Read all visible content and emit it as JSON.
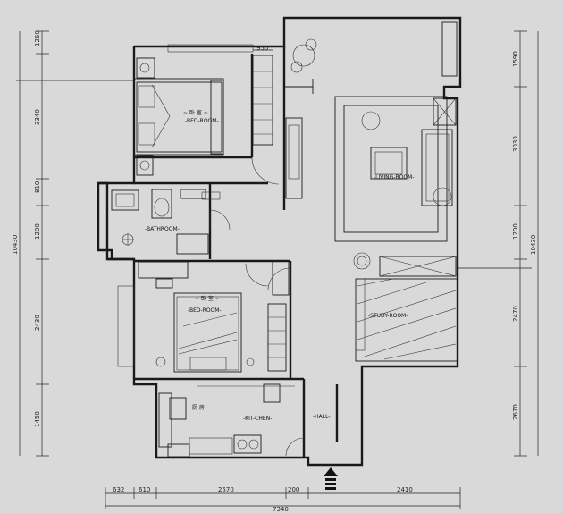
{
  "plan": {
    "rooms": {
      "bedroom": "-BED-ROOM-",
      "bathroom": "-BATHROOM-",
      "second_bedroom": "-BED-ROOM-",
      "kitchen": "-KIT-CHEN-",
      "living_room": "-LIVING-ROOM-",
      "study": "-STUDY-ROOM-",
      "hall": "-HALL-"
    },
    "dimensions": {
      "bottom": [
        "632",
        "610",
        "2570",
        "200",
        "2410"
      ],
      "bottom_total": "7340",
      "left": [
        "1260",
        "3340",
        "810",
        "1200",
        "2430",
        "1450"
      ],
      "left_total": "10430",
      "right": [
        "1590",
        "3030",
        "1200",
        "2470",
        "2670"
      ],
      "right_total": "10430",
      "top": [
        "950"
      ]
    }
  }
}
